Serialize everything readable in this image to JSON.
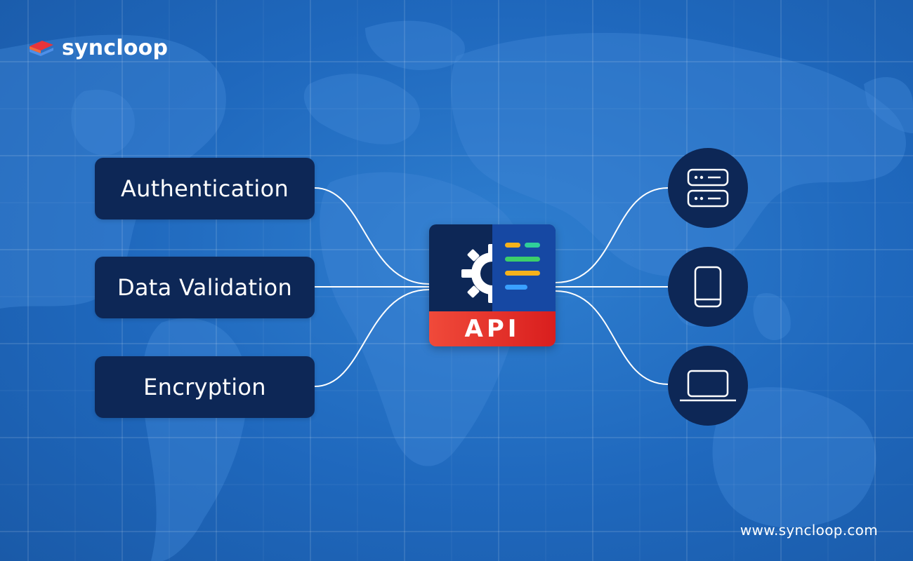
{
  "brand": {
    "name": "syncloop",
    "logo_icon": "syncloop-logo-icon"
  },
  "diagram": {
    "features": [
      {
        "label": "Authentication"
      },
      {
        "label": "Data Validation"
      },
      {
        "label": "Encryption"
      }
    ],
    "hub": {
      "label": "API",
      "icon": "gear-document-icon"
    },
    "devices": [
      {
        "icon": "server-icon"
      },
      {
        "icon": "mobile-phone-icon"
      },
      {
        "icon": "laptop-icon"
      }
    ]
  },
  "footer": {
    "url": "www.syncloop.com"
  },
  "colors": {
    "background": "#1f68bd",
    "node_fill": "#0d2756",
    "api_red": "#e02a26",
    "api_panel": "#1648a3",
    "logo_orange": "#f26a3a",
    "logo_red": "#e8343a",
    "logo_blue": "#4d8fe8",
    "bar_yellow": "#f5b21b",
    "bar_teal": "#2fcf9a",
    "bar_green": "#3ccf6a",
    "bar_blue": "#3aa0ff"
  }
}
